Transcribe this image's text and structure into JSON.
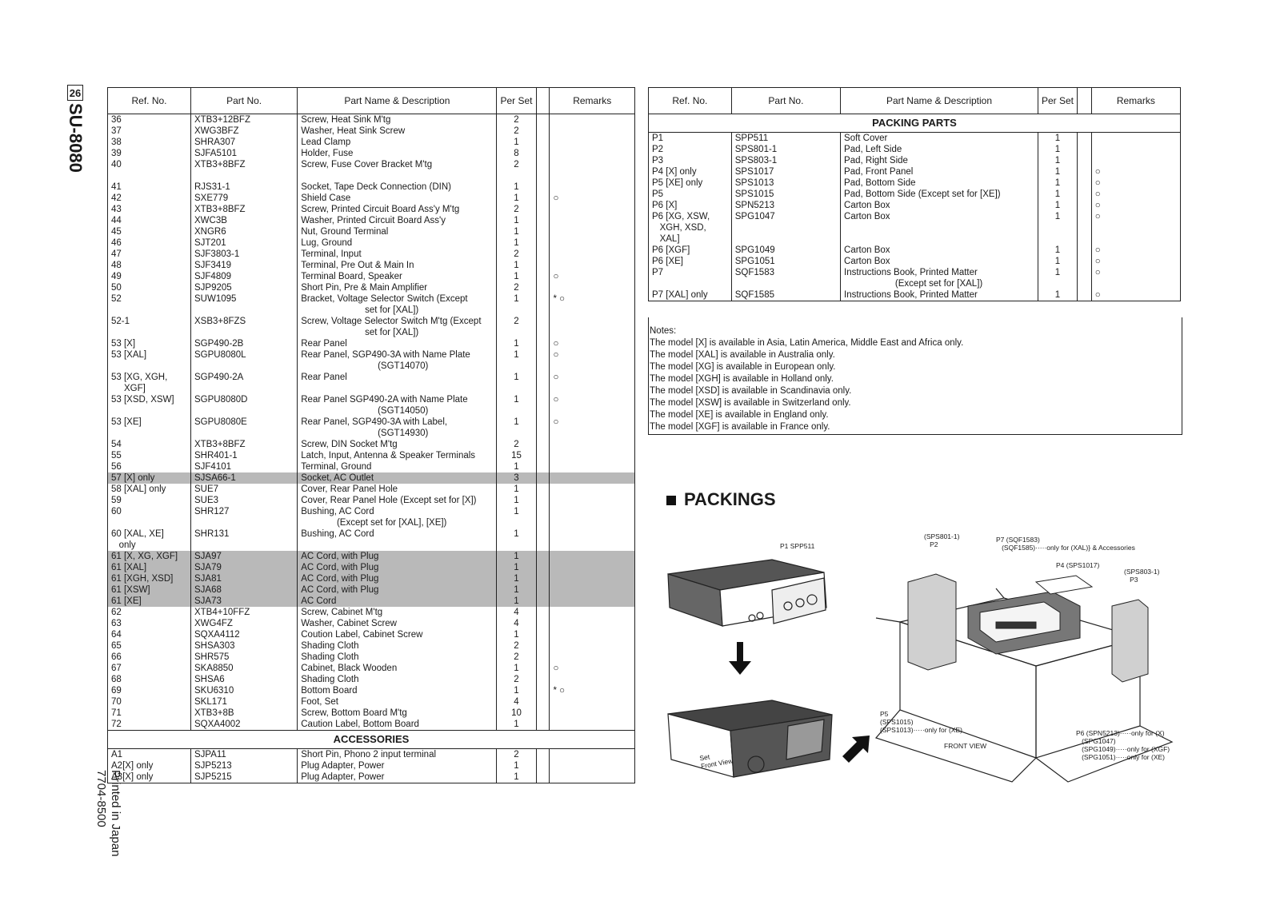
{
  "side": {
    "page": "26",
    "model": "SU-8080",
    "printed": "Printed in Japan\n7704-8500"
  },
  "main_table": {
    "headers": [
      "Ref. No.",
      "Part No.",
      "Part Name & Description",
      "Per Set",
      "Remarks"
    ],
    "rows": [
      {
        "ref": "36",
        "part": "XTB3+12BFZ",
        "desc": "Screw, Heat Sink M'tg",
        "per": "2",
        "rem": ""
      },
      {
        "ref": "37",
        "part": "XWG3BFZ",
        "desc": "Washer, Heat Sink Screw",
        "per": "2",
        "rem": ""
      },
      {
        "ref": "38",
        "part": "SHRA307",
        "desc": "Lead Clamp",
        "per": "1",
        "rem": ""
      },
      {
        "ref": "39",
        "part": "SJFA5101",
        "desc": "Holder, Fuse",
        "per": "8",
        "rem": ""
      },
      {
        "ref": "40",
        "part": "XTB3+8BFZ",
        "desc": "Screw, Fuse Cover Bracket M'tg",
        "per": "2",
        "rem": ""
      },
      {
        "gap": true
      },
      {
        "ref": "41",
        "part": "RJS31-1",
        "desc": "Socket, Tape Deck Connection (DIN)",
        "per": "1",
        "rem": ""
      },
      {
        "ref": "42",
        "part": "SXE779",
        "desc": "Shield Case",
        "per": "1",
        "rem": "○"
      },
      {
        "ref": "43",
        "part": "XTB3+8BFZ",
        "desc": "Screw, Printed Circuit Board Ass'y M'tg",
        "per": "2",
        "rem": ""
      },
      {
        "ref": "44",
        "part": "XWC3B",
        "desc": "Washer, Printed Circuit Board Ass'y",
        "per": "1",
        "rem": ""
      },
      {
        "ref": "45",
        "part": "XNGR6",
        "desc": "Nut, Ground Terminal",
        "per": "1",
        "rem": ""
      },
      {
        "ref": "46",
        "part": "SJT201",
        "desc": "Lug, Ground",
        "per": "1",
        "rem": ""
      },
      {
        "ref": "47",
        "part": "SJF3803-1",
        "desc": "Terminal, Input",
        "per": "2",
        "rem": ""
      },
      {
        "ref": "48",
        "part": "SJF3419",
        "desc": "Terminal, Pre Out & Main In",
        "per": "1",
        "rem": ""
      },
      {
        "ref": "49",
        "part": "SJF4809",
        "desc": "Terminal Board, Speaker",
        "per": "1",
        "rem": "○"
      },
      {
        "ref": "50",
        "part": "SJP9205",
        "desc": "Short Pin, Pre & Main Amplifier",
        "per": "2",
        "rem": ""
      },
      {
        "ref": "52",
        "part": "SUW1095",
        "desc": "Bracket, Voltage Selector Switch (Except\n                         set for [XAL])",
        "per": "1",
        "rem": "* ○"
      },
      {
        "ref": "52-1",
        "part": "XSB3+8FZS",
        "desc": "Screw, Voltage Selector Switch M'tg (Except\n                         set for [XAL])",
        "per": "2",
        "rem": ""
      },
      {
        "ref": "53 [X]",
        "part": "SGP490-2B",
        "desc": "Rear Panel",
        "per": "1",
        "rem": "○"
      },
      {
        "ref": "53 [XAL]",
        "part": "SGPU8080L",
        "desc": "Rear Panel, SGP490-3A with Name Plate\n                              (SGT14070)",
        "per": "1",
        "rem": "○"
      },
      {
        "ref": "53 [XG, XGH,\n     XGF]",
        "part": "SGP490-2A",
        "desc": "Rear Panel",
        "per": "1",
        "rem": "○"
      },
      {
        "ref": "53 [XSD, XSW]",
        "part": "SGPU8080D",
        "desc": "Rear Panel SGP490-2A with Name Plate\n                              (SGT14050)",
        "per": "1",
        "rem": "○"
      },
      {
        "ref": "53 [XE]",
        "part": "SGPU8080E",
        "desc": "Rear Panel, SGP490-3A with Label,\n                              (SGT14930)",
        "per": "1",
        "rem": "○"
      },
      {
        "ref": "54",
        "part": "XTB3+8BFZ",
        "desc": "Screw, DIN Socket M'tg",
        "per": "2",
        "rem": ""
      },
      {
        "ref": "55",
        "part": "SHR401-1",
        "desc": "Latch, Input, Antenna & Speaker Terminals",
        "per": "15",
        "rem": ""
      },
      {
        "ref": "56",
        "part": "SJF4101",
        "desc": "Terminal, Ground",
        "per": "1",
        "rem": ""
      },
      {
        "ref": "57 [X] only",
        "part": "SJSA66-1",
        "desc": "Socket, AC Outlet",
        "per": "3",
        "rem": "",
        "hl": true
      },
      {
        "ref": "58 [XAL] only",
        "part": "SUE7",
        "desc": "Cover, Rear Panel Hole",
        "per": "1",
        "rem": ""
      },
      {
        "ref": "59",
        "part": "SUE3",
        "desc": "Cover, Rear Panel Hole (Except set for [X])",
        "per": "1",
        "rem": ""
      },
      {
        "ref": "60",
        "part": "SHR127",
        "desc": "Bushing, AC Cord\n              (Except set for [XAL], [XE])",
        "per": "1",
        "rem": ""
      },
      {
        "ref": "60 [XAL, XE]\n   only",
        "part": "SHR131",
        "desc": "Bushing, AC Cord",
        "per": "1",
        "rem": ""
      },
      {
        "ref": "61 [X, XG, XGF]",
        "part": "SJA97",
        "desc": "AC Cord, with Plug",
        "per": "1",
        "rem": "",
        "hl": true
      },
      {
        "ref": "61 [XAL]",
        "part": "SJA79",
        "desc": "AC Cord, with Plug",
        "per": "1",
        "rem": "",
        "hl": true
      },
      {
        "ref": "61 [XGH, XSD]",
        "part": "SJA81",
        "desc": "AC Cord, with Plug",
        "per": "1",
        "rem": "",
        "hl": true
      },
      {
        "ref": "61 [XSW]",
        "part": "SJA68",
        "desc": "AC Cord, with Plug",
        "per": "1",
        "rem": "",
        "hl": true
      },
      {
        "ref": "61 [XE]",
        "part": "SJA73",
        "desc": "AC Cord",
        "per": "1",
        "rem": "",
        "hl": true
      },
      {
        "ref": "62",
        "part": "XTB4+10FFZ",
        "desc": "Screw, Cabinet M'tg",
        "per": "4",
        "rem": ""
      },
      {
        "ref": "63",
        "part": "XWG4FZ",
        "desc": "Washer, Cabinet Screw",
        "per": "4",
        "rem": ""
      },
      {
        "ref": "64",
        "part": "SQXA4112",
        "desc": "Coution Label, Cabinet Screw",
        "per": "1",
        "rem": ""
      },
      {
        "ref": "65",
        "part": "SHSA303",
        "desc": "Shading Cloth",
        "per": "2",
        "rem": ""
      },
      {
        "ref": "66",
        "part": "SHR575",
        "desc": "Shading Cloth",
        "per": "2",
        "rem": ""
      },
      {
        "ref": "67",
        "part": "SKA8850",
        "desc": "Cabinet, Black Wooden",
        "per": "1",
        "rem": "○"
      },
      {
        "ref": "68",
        "part": "SHSA6",
        "desc": "Shading Cloth",
        "per": "2",
        "rem": ""
      },
      {
        "ref": "69",
        "part": "SKU6310",
        "desc": "Bottom Board",
        "per": "1",
        "rem": "* ○"
      },
      {
        "ref": "70",
        "part": "SKL171",
        "desc": "Foot, Set",
        "per": "4",
        "rem": ""
      },
      {
        "ref": "71",
        "part": "XTB3+8B",
        "desc": "Screw, Bottom Board M'tg",
        "per": "10",
        "rem": ""
      },
      {
        "ref": "72",
        "part": "SQXA4002",
        "desc": "Caution Label, Bottom Board",
        "per": "1",
        "rem": ""
      }
    ],
    "accessories_title": "ACCESSORIES",
    "accessories": [
      {
        "ref": "A1",
        "part": "SJPA11",
        "desc": "Short Pin, Phono 2 input terminal",
        "per": "2",
        "rem": ""
      },
      {
        "ref": "A2[X] only",
        "part": "SJP5213",
        "desc": "Plug Adapter, Power",
        "per": "1",
        "rem": ""
      },
      {
        "ref": "A3[X] only",
        "part": "SJP5215",
        "desc": "Plug Adapter, Power",
        "per": "1",
        "rem": ""
      }
    ]
  },
  "packing_table": {
    "headers": [
      "Ref. No.",
      "Part No.",
      "Part Name & Description",
      "Per Set",
      "Remarks"
    ],
    "title": "PACKING PARTS",
    "rows": [
      {
        "ref": "P1",
        "part": "SPP511",
        "desc": "Soft Cover",
        "per": "1",
        "rem": ""
      },
      {
        "ref": "P2",
        "part": "SPS801-1",
        "desc": "Pad, Left Side",
        "per": "1",
        "rem": ""
      },
      {
        "ref": "P3",
        "part": "SPS803-1",
        "desc": "Pad, Right Side",
        "per": "1",
        "rem": ""
      },
      {
        "ref": "P4 [X] only",
        "part": "SPS1017",
        "desc": "Pad, Front Panel",
        "per": "1",
        "rem": "○"
      },
      {
        "ref": "P5 [XE] only",
        "part": "SPS1013",
        "desc": "Pad, Bottom Side",
        "per": "1",
        "rem": "○"
      },
      {
        "ref": "P5",
        "part": "SPS1015",
        "desc": "Pad, Bottom Side (Except set for [XE])",
        "per": "1",
        "rem": "○"
      },
      {
        "ref": "P6 [X]",
        "part": "SPN5213",
        "desc": "Carton Box",
        "per": "1",
        "rem": "○"
      },
      {
        "ref": "P6 [XG, XSW,\n   XGH, XSD,\n   XAL]",
        "part": "SPG1047",
        "desc": "Carton Box",
        "per": "1",
        "rem": "○"
      },
      {
        "ref": "P6 [XGF]",
        "part": "SPG1049",
        "desc": "Carton Box",
        "per": "1",
        "rem": "○"
      },
      {
        "ref": "P6 [XE]",
        "part": "SPG1051",
        "desc": "Carton Box",
        "per": "1",
        "rem": "○"
      },
      {
        "ref": "P7",
        "part": "SQF1583",
        "desc": "Instructions Book, Printed Matter\n                    (Except set for [XAL])",
        "per": "1",
        "rem": "○"
      },
      {
        "ref": "P7 [XAL] only",
        "part": "SQF1585",
        "desc": "Instructions Book, Printed Matter",
        "per": "1",
        "rem": "○"
      }
    ]
  },
  "notes": {
    "title": "Notes:",
    "lines": [
      "The model [X] is available in Asia, Latin America, Middle East and Africa only.",
      "The model [XAL] is available in Australia only.",
      "The model [XG] is available in European only.",
      "The model [XGH] is available in Holland only.",
      "The model [XSD] is available in Scandinavia only.",
      "The model [XSW] is available in Switzerland only.",
      "The model [XE] is available in England only.",
      "The model [XGF] is available in France only."
    ]
  },
  "packings": {
    "title": "PACKINGS",
    "labels": {
      "p1": "P1 SPP511",
      "set_front": "Set\nFront View",
      "p2": "(SPS801-1)\n   P2",
      "p7": "P7 (SQF1583)\n   (SQF1585)·····only for (XAL)} & Accessories",
      "p4": "P4 (SPS1017)",
      "p3": "(SPS803-1)\n   P3",
      "p5": "P5\n(SPS1015)\n(SPS1013)·····only for (XE)",
      "front_view": "FRONT VIEW",
      "p6": "P6 (SPN5213)·····only for (X)\n   (SPG1047)\n   (SPG1049)·····only for (XGF)\n   (SPG1051)·····only for (XE)"
    }
  }
}
